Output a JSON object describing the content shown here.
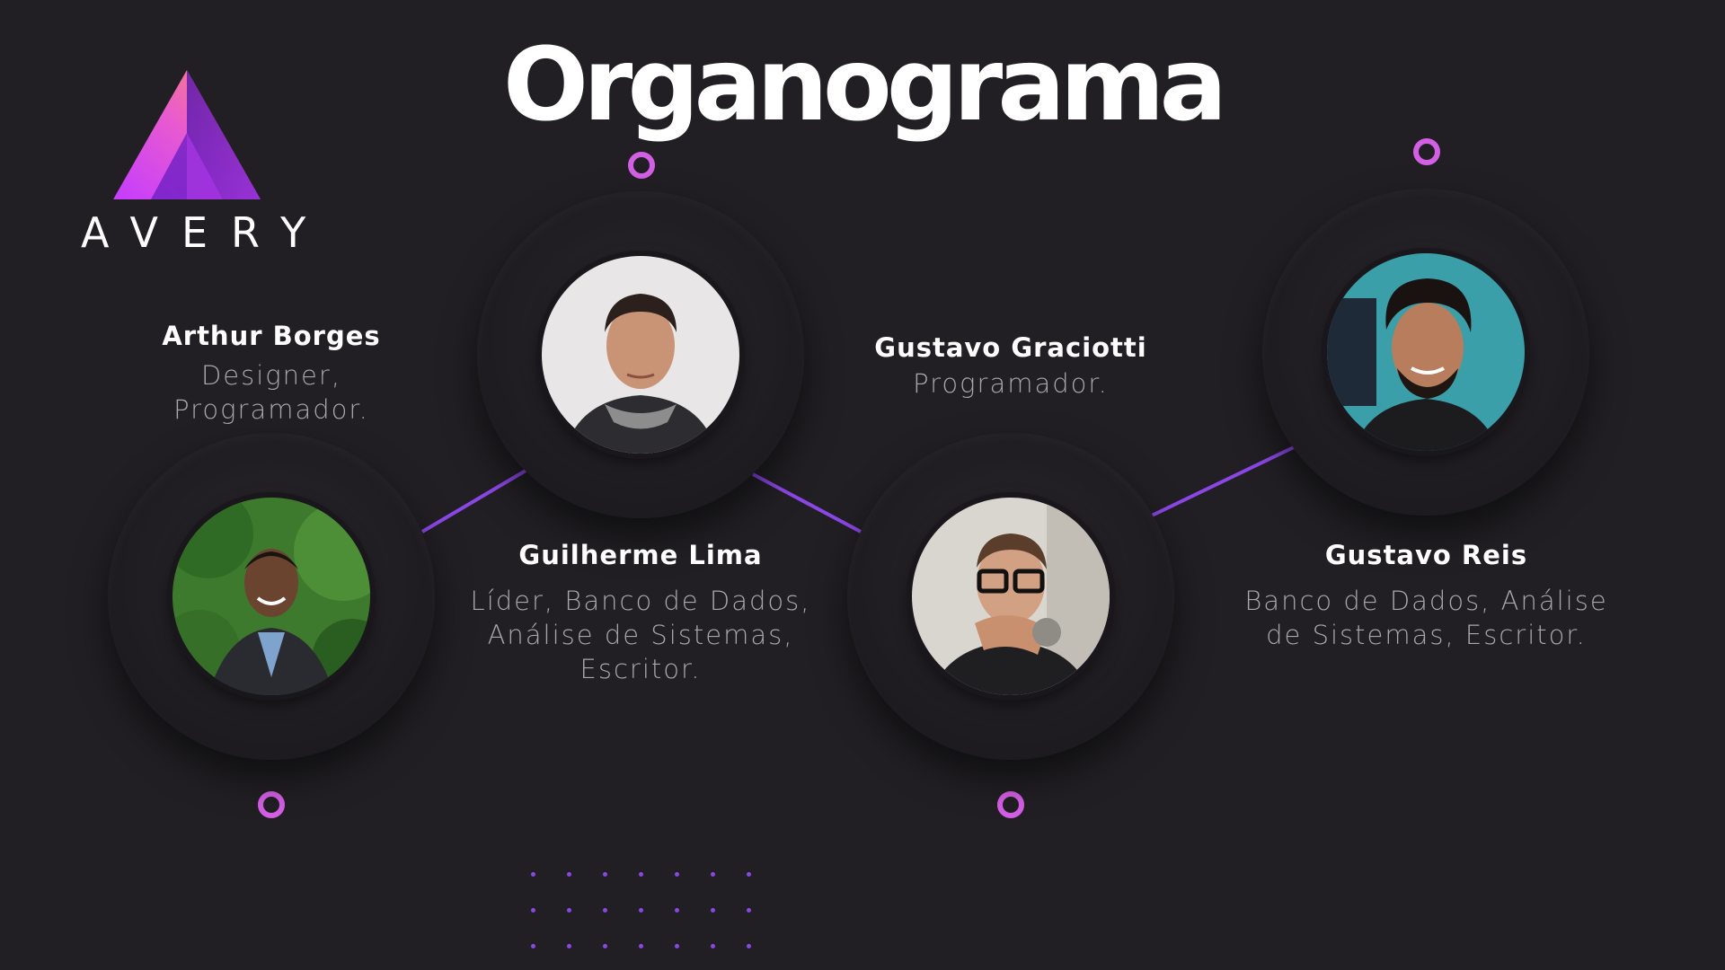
{
  "title": "Organograma",
  "logo": {
    "text": "AVERY"
  },
  "accent_color": "#8b47e6",
  "dot_color": "#d35fe4",
  "members": [
    {
      "name": "Arthur Borges",
      "role_lines": [
        "Designer,",
        "Programador."
      ],
      "photo": "avatar-photo"
    },
    {
      "name": "Guilherme Lima",
      "role_lines": [
        "Líder, Banco de Dados,",
        "Análise de Sistemas,",
        "Escritor."
      ],
      "photo": "avatar-photo"
    },
    {
      "name": "Gustavo Graciotti",
      "role_lines": [
        "Programador."
      ],
      "photo": "avatar-photo"
    },
    {
      "name": "Gustavo Reis",
      "role_lines": [
        "Banco de Dados, Análise",
        "de Sistemas, Escritor."
      ],
      "photo": "avatar-photo"
    }
  ]
}
